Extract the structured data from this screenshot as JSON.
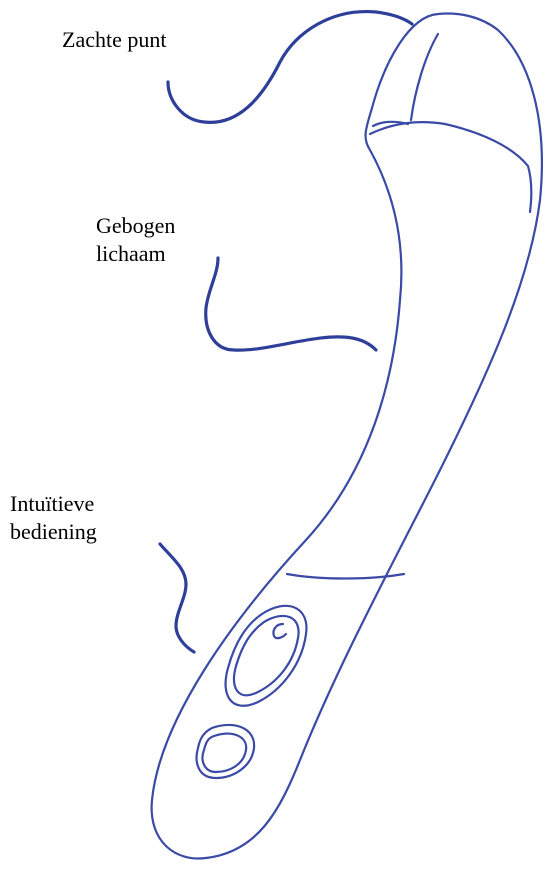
{
  "labels": {
    "tip": "Zachte punt",
    "body_line1": "Gebogen",
    "body_line2": "lichaam",
    "controls_line1": "Intuïtieve",
    "controls_line2": "bediening"
  },
  "colors": {
    "outline": "#3a4aa6",
    "leader": "#2e3f99",
    "text": "#000000",
    "background": "#ffffff"
  }
}
